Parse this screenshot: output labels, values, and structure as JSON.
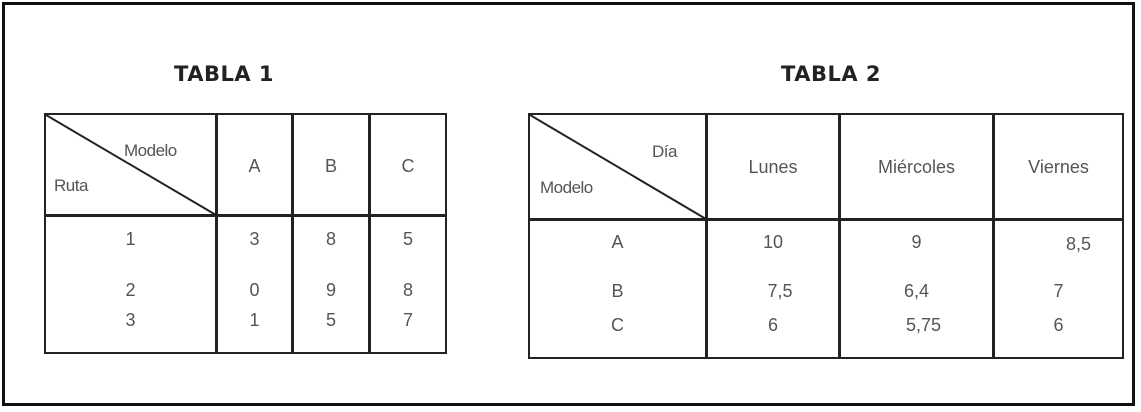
{
  "tabla1": {
    "title": "TABLA 1",
    "corner_top": "Modelo",
    "corner_bottom": "Ruta",
    "columns": [
      "A",
      "B",
      "C"
    ],
    "rows": [
      {
        "label": "1",
        "values": [
          "3",
          "8",
          "5"
        ]
      },
      {
        "label": "2",
        "values": [
          "0",
          "9",
          "8"
        ]
      },
      {
        "label": "3",
        "values": [
          "1",
          "5",
          "7"
        ]
      }
    ]
  },
  "tabla2": {
    "title": "TABLA 2",
    "corner_top": "Día",
    "corner_bottom": "Modelo",
    "columns": [
      "Lunes",
      "Miércoles",
      "Viernes"
    ],
    "rows": [
      {
        "label": "A",
        "values": [
          "10",
          "9",
          "8,5"
        ]
      },
      {
        "label": "B",
        "values": [
          "7,5",
          "6,4",
          "7"
        ]
      },
      {
        "label": "C",
        "values": [
          "6",
          "5,75",
          "6"
        ]
      }
    ]
  }
}
